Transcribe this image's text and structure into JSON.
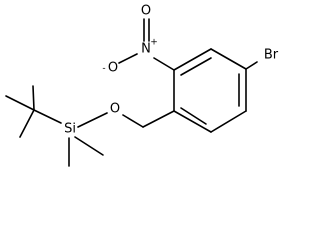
{
  "molecule": {
    "atoms": {
      "br": "Br",
      "n": "N",
      "n_charge": "+",
      "o_top": "O",
      "o_minus": "O",
      "o_minus_charge": "-",
      "o_ether": "O",
      "si": "Si"
    }
  }
}
